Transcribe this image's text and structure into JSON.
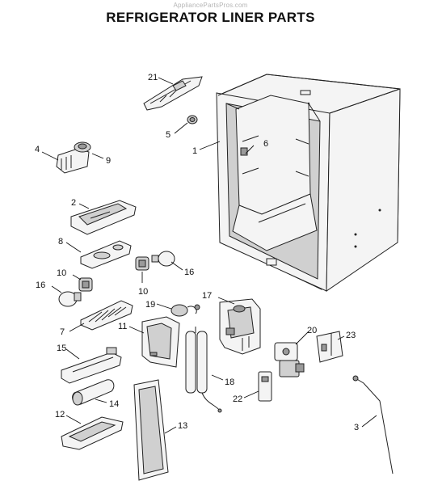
{
  "header": {
    "watermark": "AppliancePartsPros.com",
    "title": "REFRIGERATOR LINER PARTS"
  },
  "callouts": [
    {
      "id": "c21",
      "label": "21"
    },
    {
      "id": "c5",
      "label": "5"
    },
    {
      "id": "c1",
      "label": "1"
    },
    {
      "id": "c6",
      "label": "6"
    },
    {
      "id": "c4",
      "label": "4"
    },
    {
      "id": "c9",
      "label": "9"
    },
    {
      "id": "c2",
      "label": "2"
    },
    {
      "id": "c8",
      "label": "8"
    },
    {
      "id": "c10a",
      "label": "10"
    },
    {
      "id": "c16a",
      "label": "16"
    },
    {
      "id": "c16b",
      "label": "16"
    },
    {
      "id": "c10b",
      "label": "10"
    },
    {
      "id": "c17",
      "label": "17"
    },
    {
      "id": "c19",
      "label": "19"
    },
    {
      "id": "c7",
      "label": "7"
    },
    {
      "id": "c11",
      "label": "11"
    },
    {
      "id": "c20",
      "label": "20"
    },
    {
      "id": "c23",
      "label": "23"
    },
    {
      "id": "c15",
      "label": "15"
    },
    {
      "id": "c18",
      "label": "18"
    },
    {
      "id": "c22",
      "label": "22"
    },
    {
      "id": "c14",
      "label": "14"
    },
    {
      "id": "c12",
      "label": "12"
    },
    {
      "id": "c13",
      "label": "13"
    },
    {
      "id": "c3",
      "label": "3"
    }
  ]
}
